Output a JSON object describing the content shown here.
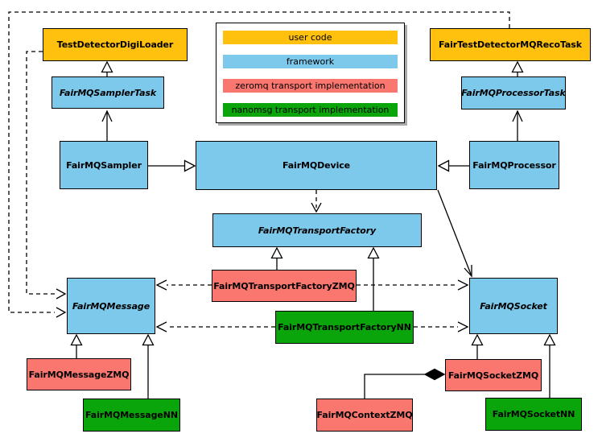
{
  "colors": {
    "userCode": "#FFC10D",
    "framework": "#7CC9EC",
    "zeromq": "#F9776F",
    "nanomsg": "#0AA50A",
    "border": "#000000",
    "background": "#FFFFFF",
    "legendShadow": "#AAAAAA"
  },
  "legend": {
    "items": [
      {
        "label": "user code",
        "color": "#FFC10D"
      },
      {
        "label": "framework",
        "color": "#7CC9EC"
      },
      {
        "label": "zeromq transport implementation",
        "color": "#F9776F"
      },
      {
        "label": "nanomsg transport implementation",
        "color": "#0AA50A"
      }
    ]
  },
  "nodes": {
    "testDetectorDigiLoader": {
      "label": "TestDetectorDigiLoader",
      "category": "user code",
      "abstract": false
    },
    "fairTestDetectorMQRecoTask": {
      "label": "FairTestDetectorMQRecoTask",
      "category": "user code",
      "abstract": false
    },
    "fairMQSamplerTask": {
      "label": "FairMQSamplerTask",
      "category": "framework",
      "abstract": true
    },
    "fairMQProcessorTask": {
      "label": "FairMQProcessorTask",
      "category": "framework",
      "abstract": true
    },
    "fairMQSampler": {
      "label": "FairMQSampler",
      "category": "framework",
      "abstract": false
    },
    "fairMQDevice": {
      "label": "FairMQDevice",
      "category": "framework",
      "abstract": false
    },
    "fairMQProcessor": {
      "label": "FairMQProcessor",
      "category": "framework",
      "abstract": false
    },
    "fairMQTransportFactory": {
      "label": "FairMQTransportFactory",
      "category": "framework",
      "abstract": true
    },
    "fairMQTransportFactoryZMQ": {
      "label": "FairMQTransportFactoryZMQ",
      "category": "zeromq transport implementation",
      "abstract": false
    },
    "fairMQTransportFactoryNN": {
      "label": "FairMQTransportFactoryNN",
      "category": "nanomsg transport implementation",
      "abstract": false
    },
    "fairMQMessage": {
      "label": "FairMQMessage",
      "category": "framework",
      "abstract": true
    },
    "fairMQSocket": {
      "label": "FairMQSocket",
      "category": "framework",
      "abstract": true
    },
    "fairMQMessageZMQ": {
      "label": "FairMQMessageZMQ",
      "category": "zeromq transport implementation",
      "abstract": false
    },
    "fairMQMessageNN": {
      "label": "FairMQMessageNN",
      "category": "nanomsg transport implementation",
      "abstract": false
    },
    "fairMQSocketZMQ": {
      "label": "FairMQSocketZMQ",
      "category": "zeromq transport implementation",
      "abstract": false
    },
    "fairMQSocketNN": {
      "label": "FairMQSocketNN",
      "category": "nanomsg transport implementation",
      "abstract": false
    },
    "fairMQContextZMQ": {
      "label": "FairMQContextZMQ",
      "category": "zeromq transport implementation",
      "abstract": false
    }
  },
  "edges": [
    {
      "from": "fairMQSamplerTask",
      "to": "testDetectorDigiLoader",
      "type": "hollow-triangle",
      "line": "solid"
    },
    {
      "from": "fairMQProcessorTask",
      "to": "fairTestDetectorMQRecoTask",
      "type": "hollow-triangle",
      "line": "solid"
    },
    {
      "from": "fairMQSampler",
      "to": "fairMQSamplerTask",
      "type": "open-arrow",
      "line": "solid"
    },
    {
      "from": "fairMQProcessor",
      "to": "fairMQProcessorTask",
      "type": "open-arrow",
      "line": "solid"
    },
    {
      "from": "fairMQSampler",
      "to": "fairMQDevice",
      "type": "hollow-triangle",
      "line": "solid"
    },
    {
      "from": "fairMQProcessor",
      "to": "fairMQDevice",
      "type": "hollow-triangle",
      "line": "solid"
    },
    {
      "from": "fairMQDevice",
      "to": "fairMQTransportFactory",
      "type": "open-arrow",
      "line": "dashed"
    },
    {
      "from": "fairMQDevice",
      "to": "fairMQSocket",
      "type": "open-arrow",
      "line": "solid"
    },
    {
      "from": "fairMQTransportFactoryZMQ",
      "to": "fairMQTransportFactory",
      "type": "hollow-triangle",
      "line": "solid"
    },
    {
      "from": "fairMQTransportFactoryNN",
      "to": "fairMQTransportFactory",
      "type": "hollow-triangle",
      "line": "solid"
    },
    {
      "from": "fairMQTransportFactoryZMQ",
      "to": "fairMQMessage",
      "type": "open-arrow",
      "line": "dashed"
    },
    {
      "from": "fairMQTransportFactoryZMQ",
      "to": "fairMQSocket",
      "type": "open-arrow",
      "line": "dashed"
    },
    {
      "from": "fairMQTransportFactoryNN",
      "to": "fairMQMessage",
      "type": "open-arrow",
      "line": "dashed"
    },
    {
      "from": "fairMQTransportFactoryNN",
      "to": "fairMQSocket",
      "type": "open-arrow",
      "line": "dashed"
    },
    {
      "from": "testDetectorDigiLoader",
      "to": "fairMQMessage",
      "type": "open-arrow",
      "line": "dashed"
    },
    {
      "from": "fairTestDetectorMQRecoTask",
      "to": "fairMQMessage",
      "type": "open-arrow",
      "line": "dashed"
    },
    {
      "from": "fairMQMessageZMQ",
      "to": "fairMQMessage",
      "type": "hollow-triangle",
      "line": "solid"
    },
    {
      "from": "fairMQMessageNN",
      "to": "fairMQMessage",
      "type": "hollow-triangle",
      "line": "solid"
    },
    {
      "from": "fairMQSocketZMQ",
      "to": "fairMQSocket",
      "type": "hollow-triangle",
      "line": "solid"
    },
    {
      "from": "fairMQSocketNN",
      "to": "fairMQSocket",
      "type": "hollow-triangle",
      "line": "solid"
    },
    {
      "from": "fairMQContextZMQ",
      "to": "fairMQSocketZMQ",
      "type": "filled-diamond",
      "line": "solid"
    }
  ]
}
